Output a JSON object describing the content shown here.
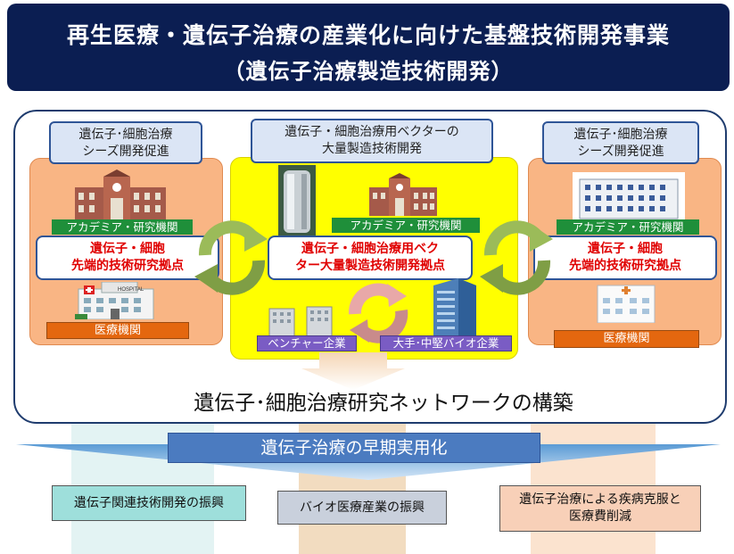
{
  "header": {
    "title": "再生医療・遺伝子治療の産業化に向けた基盤技術開発事業",
    "subtitle": "（遺伝子治療製造技術開発）"
  },
  "left": {
    "top_label_1": "遺伝子･細胞治療",
    "top_label_2": "シーズ開発促進",
    "academia": "アカデミア・研究機関",
    "center_1": "遺伝子・細胞",
    "center_2": "先端的技術研究拠点",
    "medical": "医療機関",
    "hospital_sign": "HOSPITAL"
  },
  "middle": {
    "top_label_1": "遺伝子・細胞治療用ベクターの",
    "top_label_2": "大量製造技術開発",
    "academia": "アカデミア・研究機関",
    "center_1": "遺伝子・細胞治療用ベク",
    "center_2": "ター大量製造技術開発拠点",
    "venture": "ベンチャー企業",
    "large_bio": "大手･中堅バイオ企業"
  },
  "right": {
    "top_label_1": "遺伝子･細胞治療",
    "top_label_2": "シーズ開発促進",
    "academia": "アカデミア・研究機関",
    "center_1": "遺伝子・細胞",
    "center_2": "先端的技術研究拠点",
    "medical": "医療機関"
  },
  "network_title": "遺伝子･細胞治療研究ネットワークの構築",
  "banner": "遺伝子治療の早期実用化",
  "outcomes": {
    "left": "遺伝子関連技術開発の振興",
    "middle": "バイオ医療産業の振興",
    "right_1": "遺伝子治療による疾病克服と",
    "right_2": "医療費削減"
  },
  "colors": {
    "header_bg": "#0b1e52",
    "panel_orange": "#f9b584",
    "panel_yellow": "#ffff00",
    "academia_green": "#1f8f3a",
    "medical_orange": "#e4670f",
    "company_purple": "#7a5cc4",
    "highlight_red": "#e00000",
    "banner_blue": "#4b7bc0"
  }
}
